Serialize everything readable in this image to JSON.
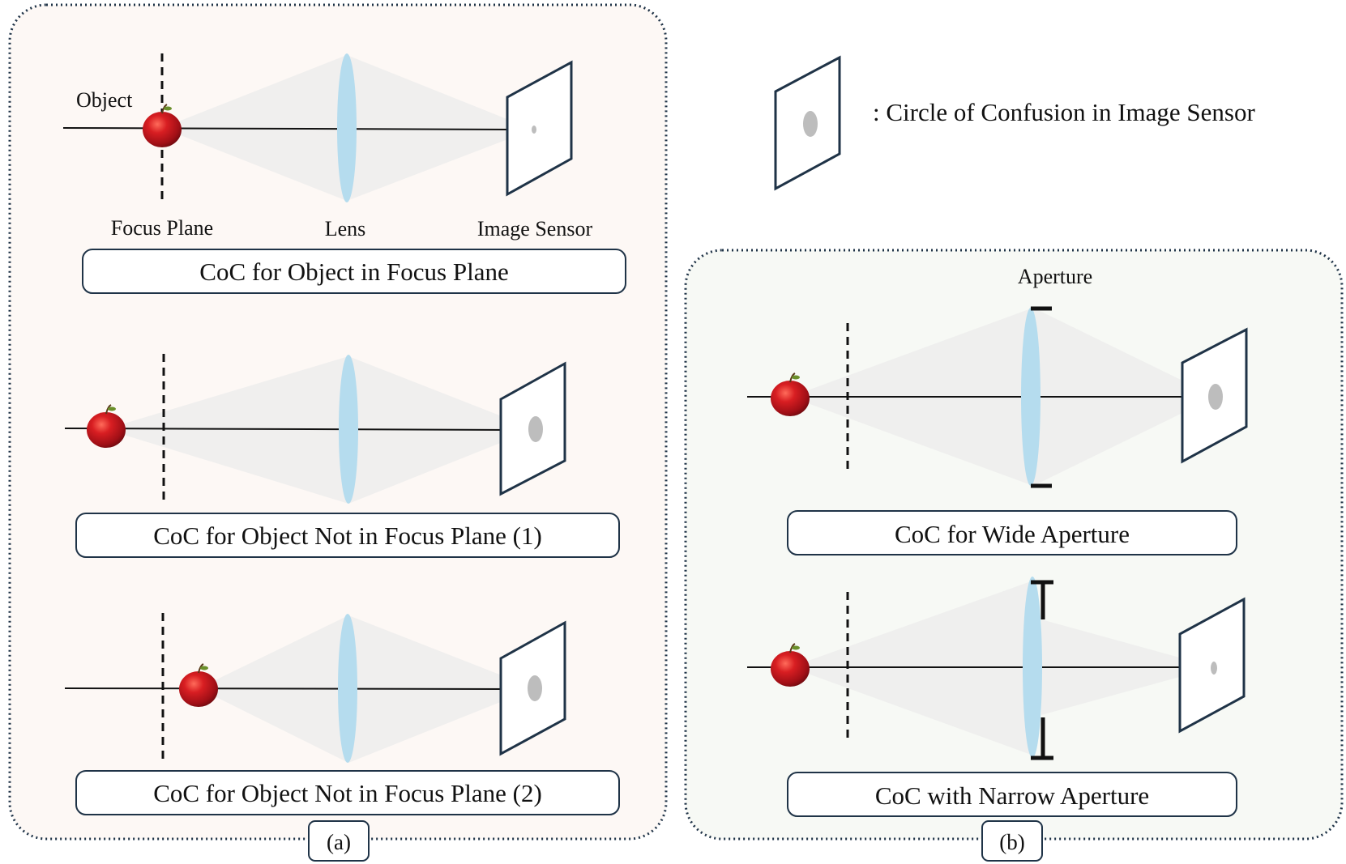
{
  "legend": {
    "text": ": Circle of Confusion in Image Sensor"
  },
  "panel_a": {
    "tag": "(a)",
    "labels": {
      "object": "Object",
      "focus_plane": "Focus Plane",
      "lens": "Lens",
      "image_sensor": "Image Sensor"
    },
    "captions": [
      "CoC for Object in Focus Plane",
      "CoC for Object Not in Focus Plane (1)",
      "CoC for Object Not in Focus Plane (2)"
    ]
  },
  "panel_b": {
    "tag": "(b)",
    "labels": {
      "aperture": "Aperture"
    },
    "captions": [
      "CoC for Wide Aperture",
      "CoC with Narrow Aperture"
    ]
  },
  "colors": {
    "panel_a_bg": "#fdf8f5",
    "panel_b_bg": "#f7f9f5",
    "border": "#1f3347",
    "lens": "#b5dcee",
    "light_cone": "#e6e6e6",
    "coc_spot": "#bdbdbd",
    "apple": "#c0141b"
  }
}
